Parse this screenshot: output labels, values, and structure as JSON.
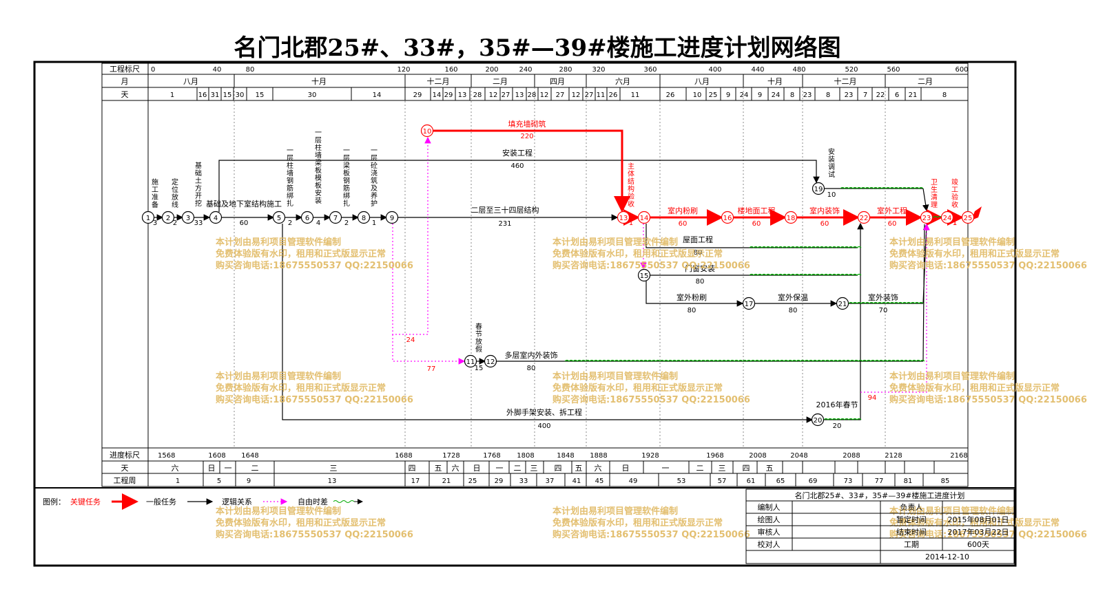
{
  "title": "名门北郡25#、33#，35#—39#楼施工进度计划网络图",
  "colors": {
    "critical": "#ff0000",
    "normal": "#000000",
    "logic": "#ff00ff",
    "float": "#00aa00",
    "watermark": "#e0b860",
    "grid": "#000000"
  },
  "top_scale": {
    "label_ruler": "工程标尺",
    "label_month": "月",
    "label_day": "天",
    "ruler": [
      "0",
      "40",
      "80",
      "120",
      "160",
      "200",
      "240",
      "280",
      "320",
      "360",
      "400",
      "440",
      "480",
      "520",
      "560",
      "600"
    ],
    "months": [
      "八月",
      "十月",
      "十二月",
      "二月",
      "四月",
      "六月",
      "八月",
      "十月",
      "十二月",
      "二月"
    ],
    "days": [
      "1",
      "16",
      "31",
      "15",
      "30",
      "15",
      "30",
      "14",
      "29",
      "14",
      "29",
      "13",
      "28",
      "12",
      "27",
      "13",
      "28",
      "12",
      "27",
      "12",
      "27",
      "11",
      "26",
      "11",
      "26",
      "10",
      "25",
      "9",
      "24",
      "9",
      "24",
      "8",
      "23",
      "8",
      "23",
      "7",
      "22",
      "6",
      "21",
      "8"
    ]
  },
  "bottom_scale": {
    "label_progress": "进度标尺",
    "label_day": "天",
    "label_week": "工程周",
    "progress": [
      "1568",
      "1608",
      "1648",
      "1688",
      "1728",
      "1768",
      "1808",
      "1848",
      "1888",
      "1928",
      "1968",
      "2008",
      "2048",
      "2088",
      "2128",
      "2168"
    ],
    "weekdays": [
      "六",
      "日",
      "一",
      "二",
      "三",
      "四",
      "五",
      "六",
      "日",
      "一",
      "二",
      "三",
      "四",
      "五",
      "六",
      "日",
      "一",
      "二",
      "三",
      "四",
      "五"
    ],
    "weeks": [
      "1",
      "5",
      "9",
      "13",
      "17",
      "21",
      "25",
      "29",
      "33",
      "37",
      "41",
      "45",
      "49",
      "53",
      "57",
      "61",
      "65",
      "69",
      "73",
      "77",
      "81",
      "85"
    ]
  },
  "nodes": [
    "1",
    "2",
    "3",
    "4",
    "5",
    "6",
    "7",
    "8",
    "9",
    "10",
    "11",
    "12",
    "13",
    "14",
    "15",
    "16",
    "17",
    "18",
    "19",
    "20",
    "21",
    "22",
    "23",
    "24",
    "25"
  ],
  "tasks": [
    {
      "name": "施工准备",
      "dur": "3"
    },
    {
      "name": "定位放线",
      "dur": "2"
    },
    {
      "name": "基础土方开挖",
      "dur": "33"
    },
    {
      "name": "基础及地下室结构施工",
      "dur": "60"
    },
    {
      "name": "一层柱墙钢筋绑扎",
      "dur": "2"
    },
    {
      "name": "一层柱墙梁板模板安装",
      "dur": "4"
    },
    {
      "name": "一层梁板钢筋绑扎",
      "dur": "2"
    },
    {
      "name": "一层砼浇筑及养护",
      "dur": "1"
    },
    {
      "name": "二层至三十四层结构",
      "dur": "231"
    },
    {
      "name": "填充墙砌筑",
      "dur": "220"
    },
    {
      "name": "安装工程",
      "dur": "460"
    },
    {
      "name": "主体结构验收",
      "dur": "1"
    },
    {
      "name": "室内粉刷",
      "dur": "60"
    },
    {
      "name": "楼地面工程",
      "dur": "60"
    },
    {
      "name": "室内装饰",
      "dur": "60"
    },
    {
      "name": "室外工程",
      "dur": "60"
    },
    {
      "name": "屋面工程",
      "dur": "80"
    },
    {
      "name": "门窗安装",
      "dur": "80"
    },
    {
      "name": "室外粉刷",
      "dur": "80"
    },
    {
      "name": "室外保温",
      "dur": "80"
    },
    {
      "name": "室外装饰",
      "dur": "70"
    },
    {
      "name": "春节放假",
      "dur": "15"
    },
    {
      "name": "多层室内外装饰",
      "dur": "80"
    },
    {
      "name": "外脚手架安装、拆工程",
      "dur": "400"
    },
    {
      "name": "2016年春节",
      "dur": "20"
    },
    {
      "name": "安装调试",
      "dur": "10"
    },
    {
      "name": "卫生清理",
      "dur": "1"
    },
    {
      "name": "竣工验收",
      "dur": "1"
    }
  ],
  "free_float_labels": [
    "24",
    "77",
    "94"
  ],
  "watermark": [
    "本计划由易利项目管理软件编制",
    "免费体验版有水印，租用和正式版显示正常",
    "购买咨询电话:18675550537 QQ:22150066"
  ],
  "legend": {
    "prefix": "图例：",
    "critical": "关键任务",
    "normal": "一般任务",
    "logic": "逻辑关系",
    "float": "自由时差"
  },
  "info": {
    "title": "名门北郡25#、33#，35#—39#楼施工进度计划",
    "editor": "编制人",
    "owner": "负责人",
    "drawer": "绘图人",
    "start_label": "暂定时间",
    "start_value": "2015年08月01日",
    "reviewer": "审核人",
    "end_label": "结束时间",
    "end_value": "2017年03月22日",
    "checker": "校对人",
    "period_label": "工期",
    "period_value": "600天",
    "date": "2014-12-10"
  }
}
